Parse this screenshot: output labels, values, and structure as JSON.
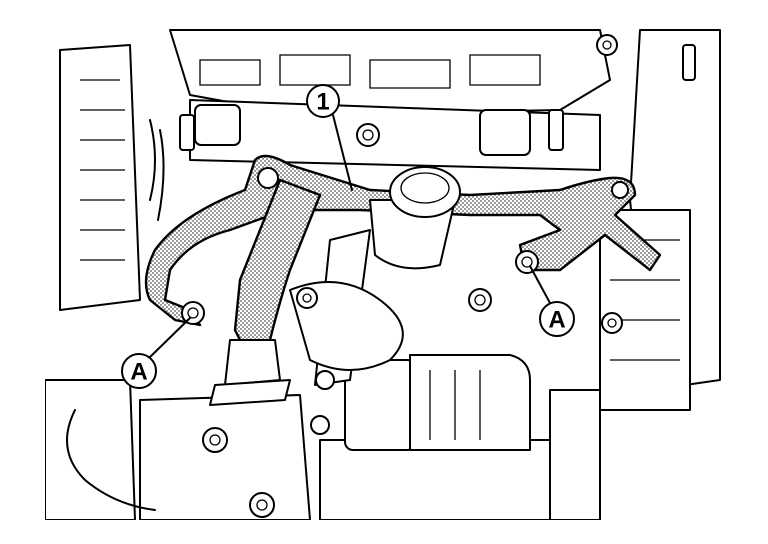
{
  "figure": {
    "callouts": [
      {
        "id": "callout-1",
        "label": "1"
      },
      {
        "id": "callout-a-left",
        "label": "A"
      },
      {
        "id": "callout-a-right",
        "label": "A"
      }
    ]
  },
  "colors": {
    "line": "#000000",
    "background": "#ffffff",
    "stipple": "#9a9a9a"
  }
}
